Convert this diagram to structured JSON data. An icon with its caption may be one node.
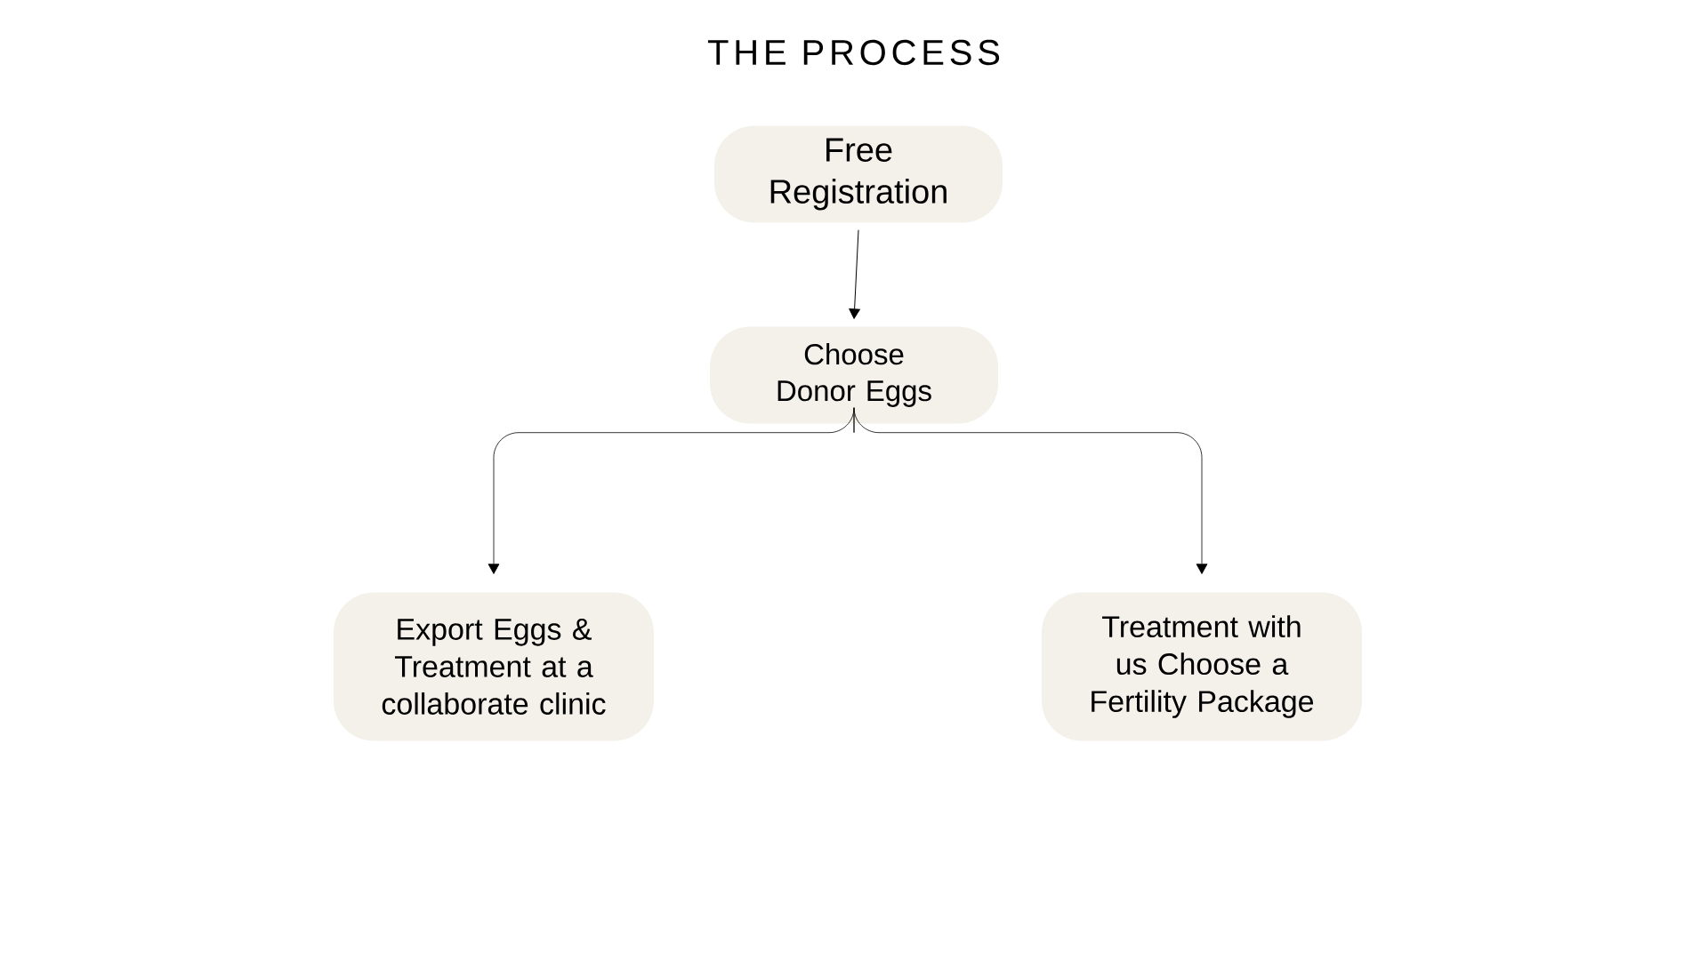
{
  "diagram": {
    "title": "THE PROCESS",
    "nodes": [
      {
        "text": [
          "Free Registration"
        ]
      },
      {
        "text": [
          "Choose Donor Eggs"
        ]
      },
      {
        "text": [
          "Export Eggs & Treatment at a collaborate clinic"
        ]
      },
      {
        "text": [
          "Treatment with us Choose a Fertility Package"
        ]
      }
    ],
    "edges": [
      {
        "from": 0,
        "to": 1,
        "arrow": "to"
      },
      {
        "from": 1,
        "to": 2,
        "arrow": "to"
      },
      {
        "from": 1,
        "to": 3,
        "arrow": "to"
      }
    ]
  }
}
